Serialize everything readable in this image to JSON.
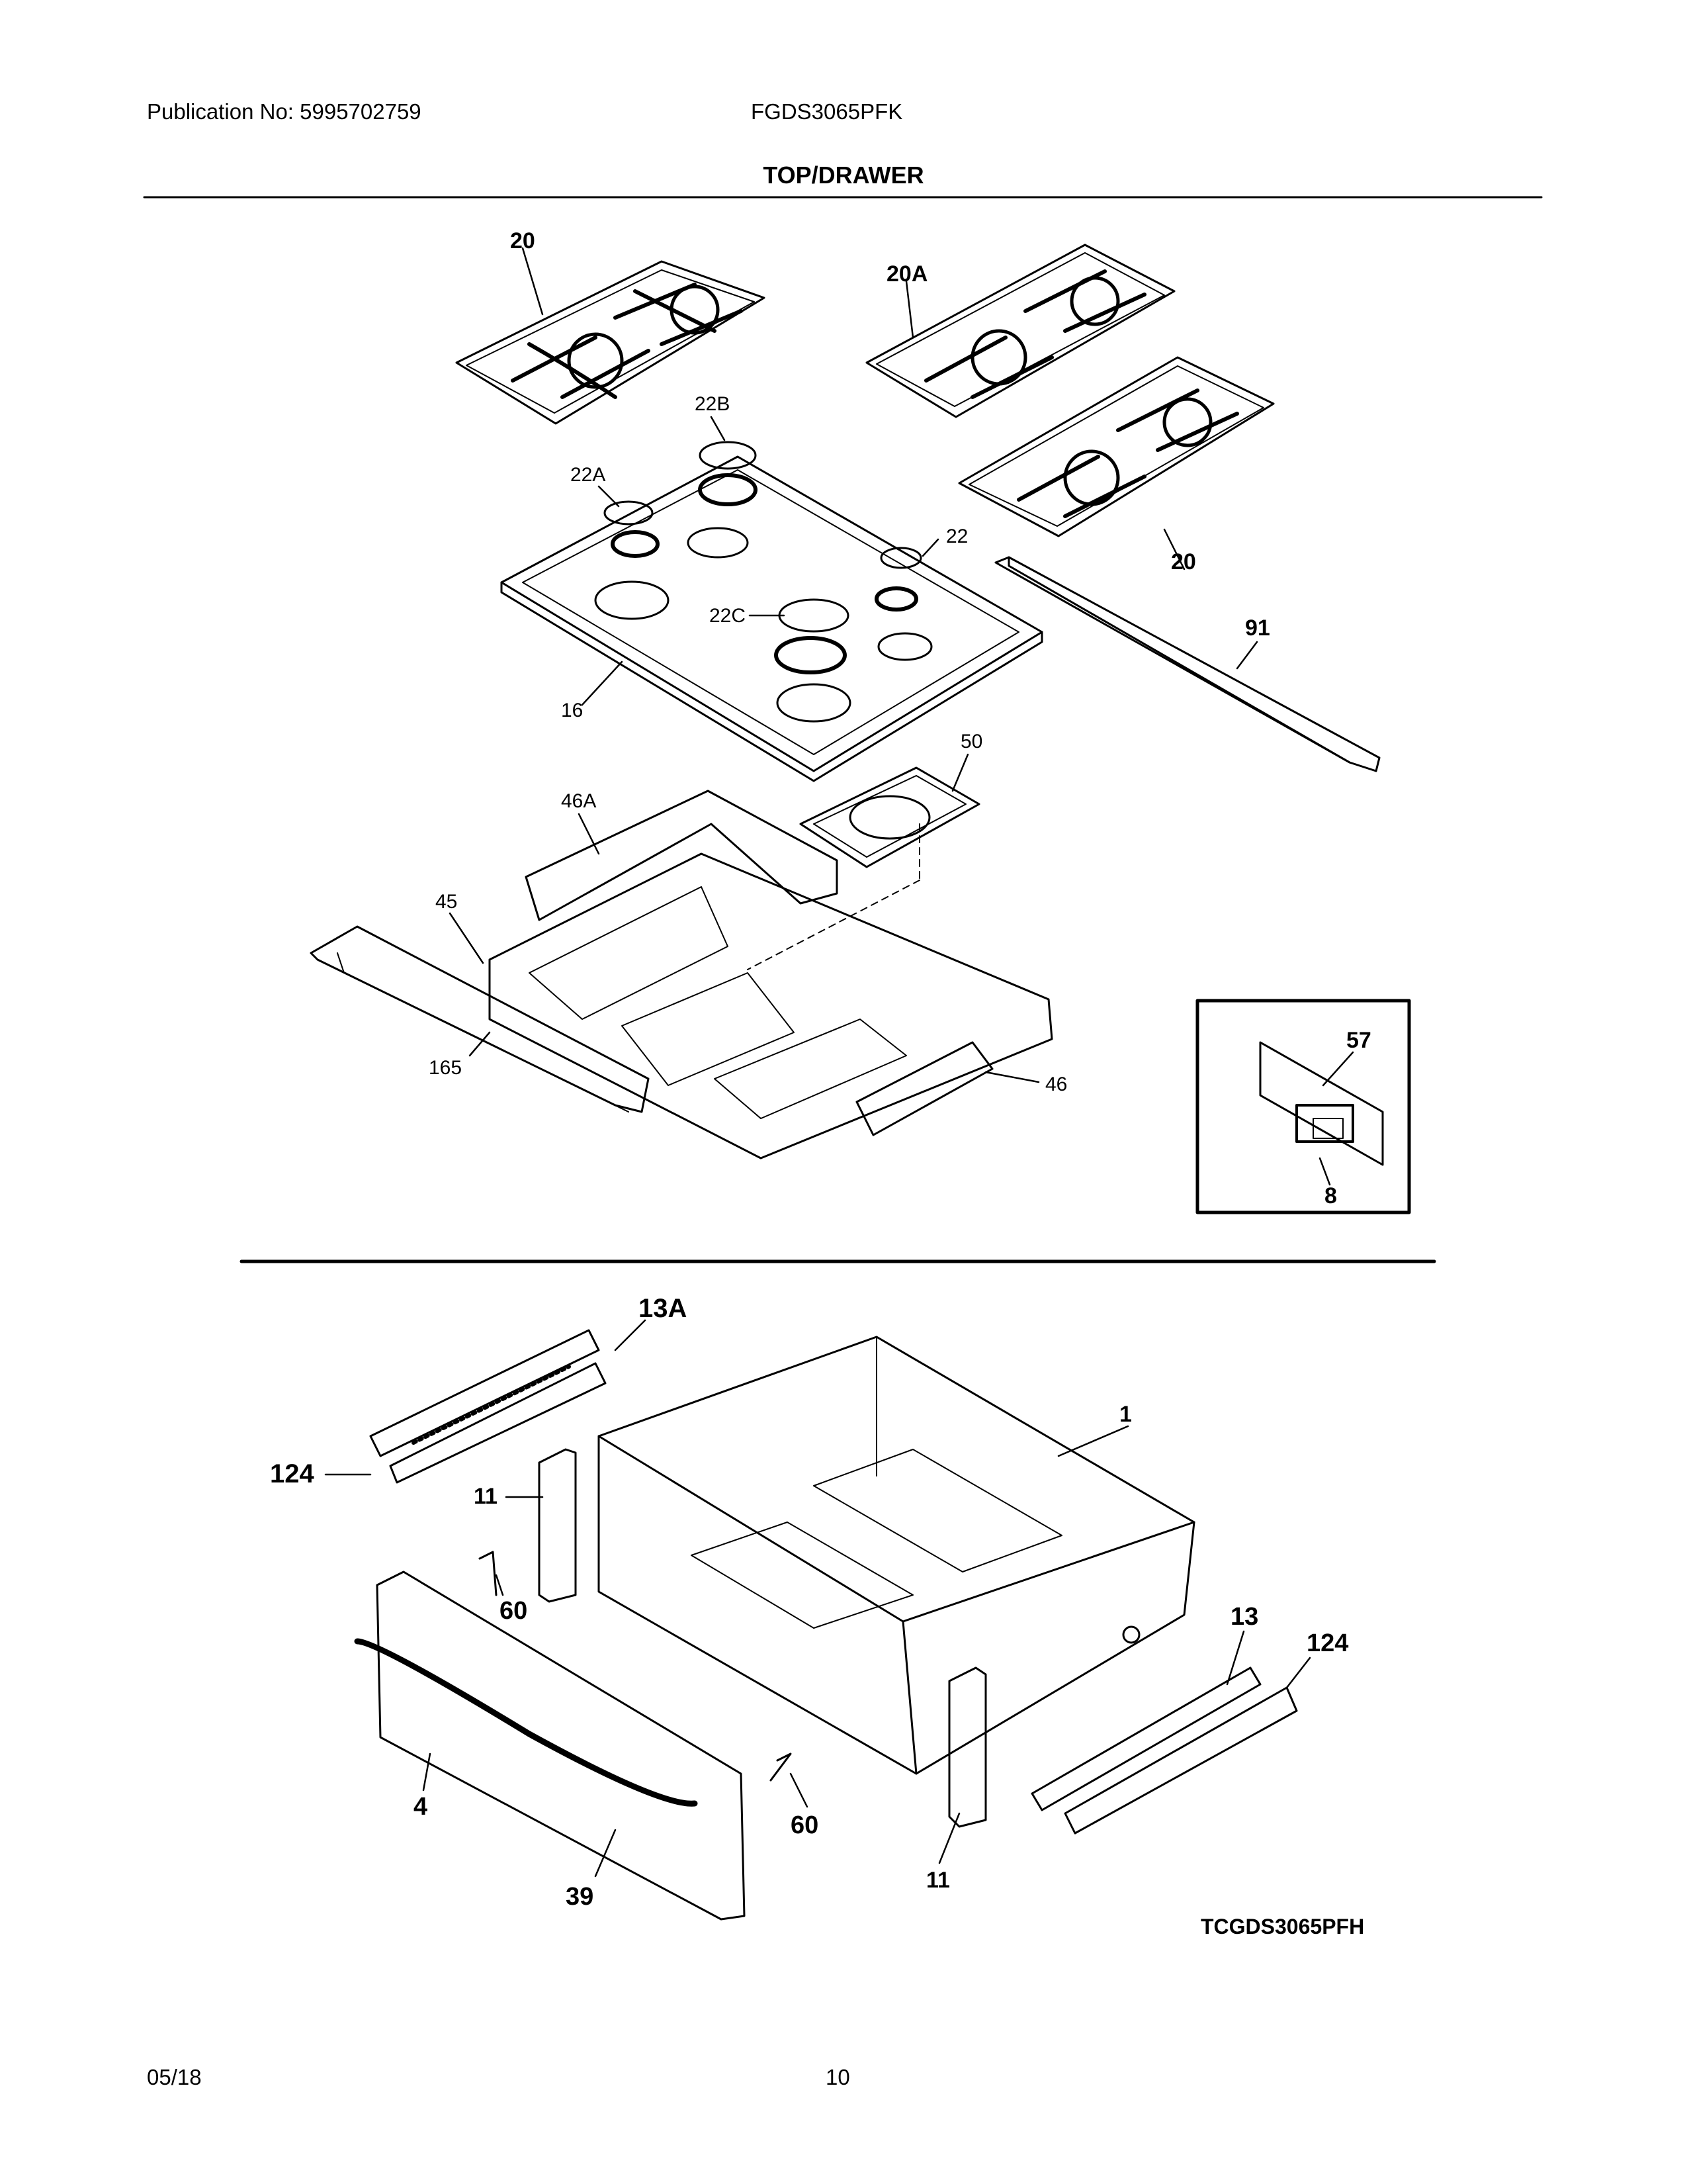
{
  "header": {
    "publication": "Publication No: 5995702759",
    "model": "FGDS3065PFK",
    "section_title": "TOP/DRAWER"
  },
  "callouts": {
    "grate_left": "20",
    "grate_right_top": "20A",
    "grate_right_bottom": "20",
    "cap_22b": "22B",
    "cap_22a": "22A",
    "cap_22": "22",
    "cap_22c": "22C",
    "cooktop": "16",
    "trim_strip": "91",
    "burner_box": "50",
    "side_bracket_left": "46A",
    "side_bracket_right": "46",
    "front_bracket": "45",
    "manifold_rail": "165",
    "valve_cover": "57",
    "valve": "8",
    "rail_left_13a": "13A",
    "rail_left_124": "124",
    "drawer_body": "1",
    "bracket_left_11": "11",
    "screw_left_60": "60",
    "drawer_front": "4",
    "handle": "39",
    "screw_right_60": "60",
    "bracket_right_11": "11",
    "rail_right_13": "13",
    "rail_right_124": "124"
  },
  "diagram_code": "TCGDS3065PFH",
  "footer": {
    "date": "05/18",
    "page": "10"
  }
}
